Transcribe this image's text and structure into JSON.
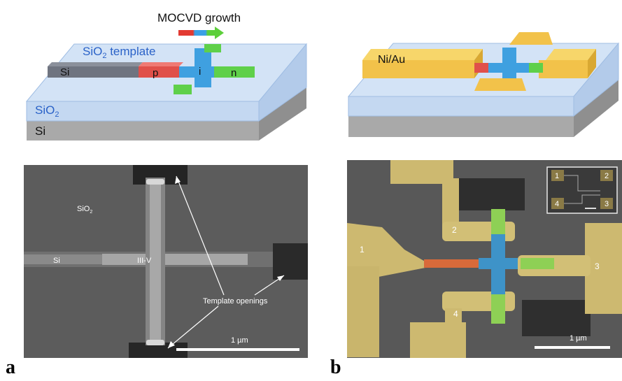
{
  "panel_a": {
    "letter": "a",
    "schematic": {
      "process_label": "MOCVD growth",
      "template_label_main": "SiO",
      "template_label_sub": "2",
      "template_label_rest": " template",
      "si_wire_label": "Si",
      "p_label": "p",
      "i_label": "i",
      "n_label": "n",
      "oxide_label_main": "SiO",
      "oxide_label_sub": "2",
      "substrate_label": "Si"
    },
    "micrograph": {
      "oxide_label_main": "SiO",
      "oxide_label_sub": "2",
      "si_label": "Si",
      "iiiv_label": "III-V",
      "openings_label": "Template openings",
      "scale_label": "1 µm"
    }
  },
  "panel_b": {
    "letter": "b",
    "schematic": {
      "contact_label": "Ni/Au"
    },
    "micrograph": {
      "contact_1": "1",
      "contact_2": "2",
      "contact_3": "3",
      "contact_4": "4",
      "inset_1": "1",
      "inset_2": "2",
      "inset_3": "3",
      "inset_4": "4",
      "scale_label": "1 µm"
    }
  },
  "colors": {
    "oxide": "#c9dcf3",
    "substrate": "#b8b8b8",
    "p_region": "#e0504a",
    "i_region": "#3fa0e0",
    "n_region": "#5fd04a",
    "contact": "#f2c24a",
    "label_blue": "#2a62c8"
  }
}
